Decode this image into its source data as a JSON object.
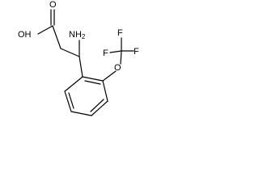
{
  "molecule": {
    "atoms": {
      "hydroxyl": "OH",
      "carbonyl_oxygen": "O",
      "amine": "NH",
      "amine_subscript": "2",
      "ether_oxygen": "O",
      "fluorine_top_left": "F",
      "fluorine_top_right": "F",
      "fluorine_right": "F"
    }
  }
}
